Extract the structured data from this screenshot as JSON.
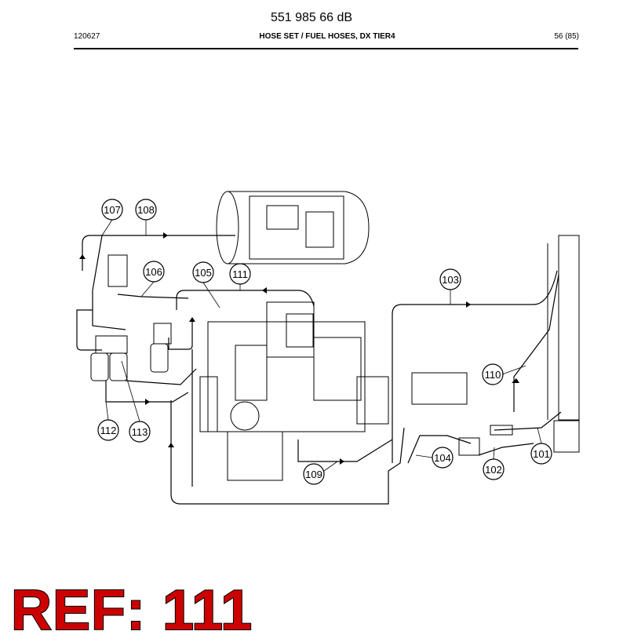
{
  "header": {
    "title": "551 985 66 dB",
    "doc_date": "120627",
    "section": "HOSE SET / FUEL HOSES, DX TIER4",
    "page": "56 (85)"
  },
  "callouts": [
    {
      "id": "c101",
      "label": "101"
    },
    {
      "id": "c102",
      "label": "102"
    },
    {
      "id": "c103",
      "label": "103"
    },
    {
      "id": "c104",
      "label": "104"
    },
    {
      "id": "c105",
      "label": "105"
    },
    {
      "id": "c106",
      "label": "106"
    },
    {
      "id": "c107",
      "label": "107"
    },
    {
      "id": "c108",
      "label": "108"
    },
    {
      "id": "c109",
      "label": "109"
    },
    {
      "id": "c110",
      "label": "110"
    },
    {
      "id": "c111",
      "label": "111"
    },
    {
      "id": "c112",
      "label": "112"
    },
    {
      "id": "c113",
      "label": "113"
    }
  ],
  "ref": {
    "text": "REF: 111",
    "color": "#cc0000"
  }
}
